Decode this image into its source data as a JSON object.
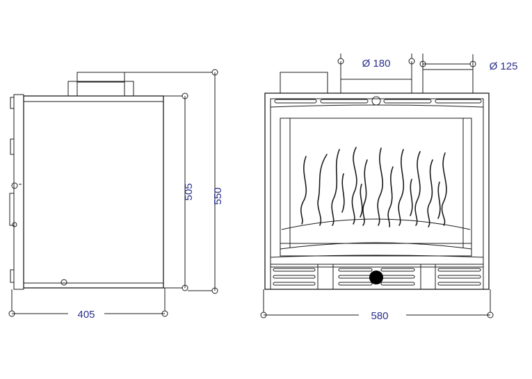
{
  "dimensions": {
    "side_depth": "405",
    "side_height_inner": "505",
    "side_height_total": "550",
    "front_width": "580",
    "flue_diameter_large": "Ø 180",
    "flue_diameter_small": "Ø 125"
  },
  "colors": {
    "line": "#1a1a1a",
    "dimension_text": "#2a2f8a"
  }
}
